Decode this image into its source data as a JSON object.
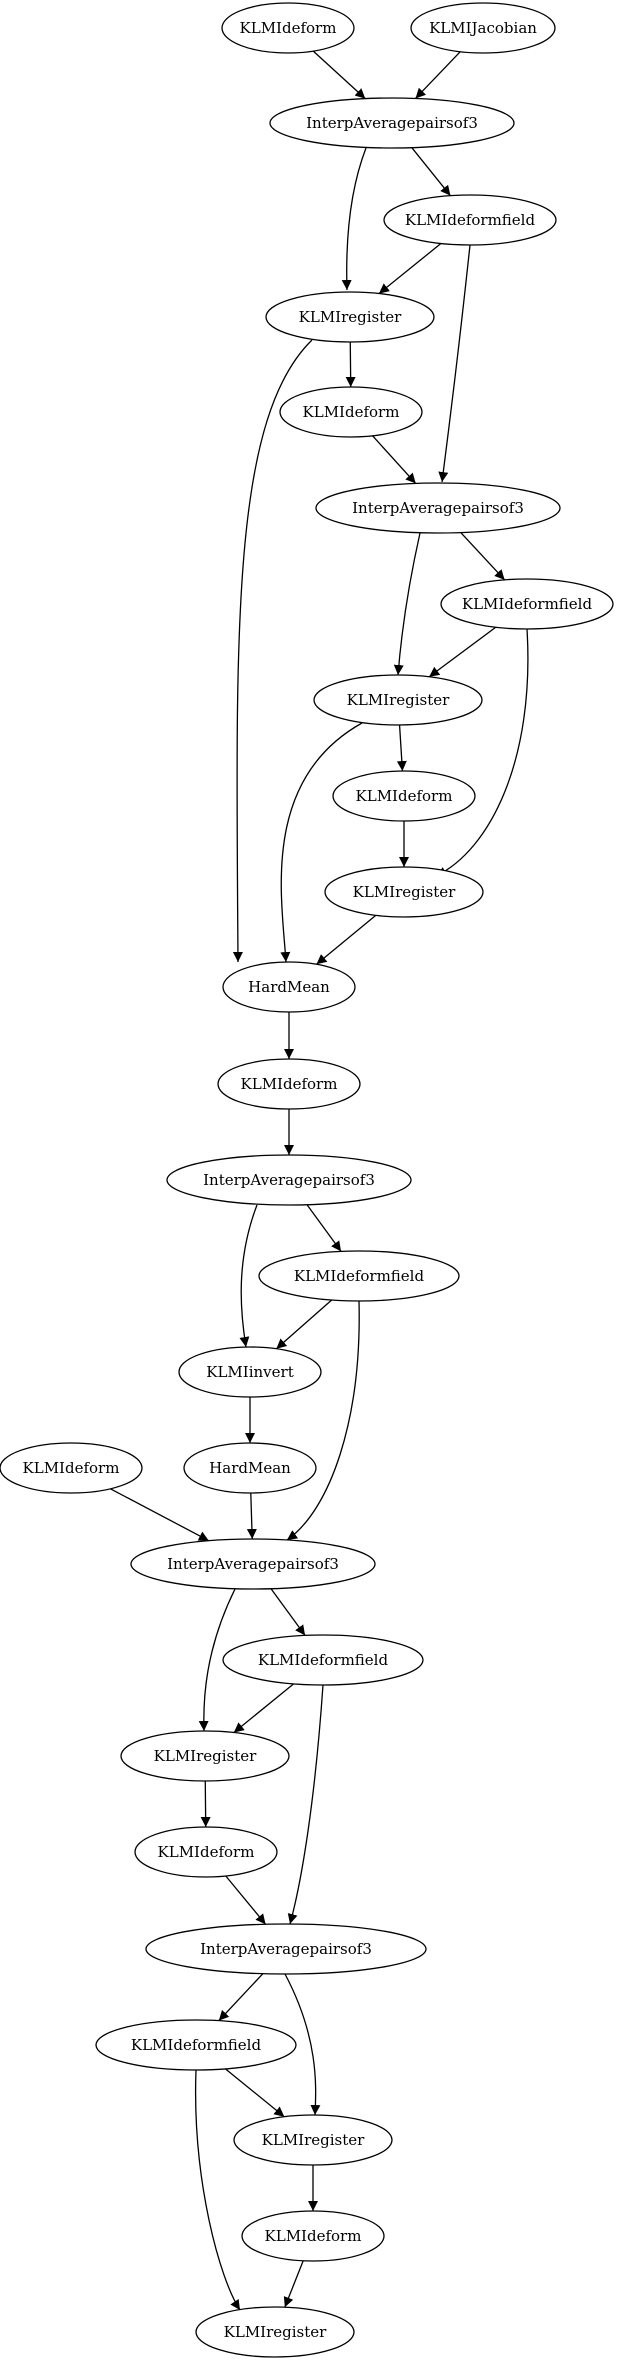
{
  "diagram": {
    "type": "directed-graph",
    "nodes": [
      {
        "id": "n1",
        "label": "KLMIdeform"
      },
      {
        "id": "n2",
        "label": "KLMIJacobian"
      },
      {
        "id": "n3",
        "label": "InterpAveragepairsof3"
      },
      {
        "id": "n4",
        "label": "KLMIdeformfield"
      },
      {
        "id": "n5",
        "label": "KLMIregister"
      },
      {
        "id": "n6",
        "label": "KLMIdeform"
      },
      {
        "id": "n7",
        "label": "InterpAveragepairsof3"
      },
      {
        "id": "n8",
        "label": "KLMIdeformfield"
      },
      {
        "id": "n9",
        "label": "KLMIregister"
      },
      {
        "id": "n10",
        "label": "KLMIdeform"
      },
      {
        "id": "n11",
        "label": "KLMIregister"
      },
      {
        "id": "n12",
        "label": "HardMean"
      },
      {
        "id": "n13",
        "label": "KLMIdeform"
      },
      {
        "id": "n14",
        "label": "InterpAveragepairsof3"
      },
      {
        "id": "n15",
        "label": "KLMIdeformfield"
      },
      {
        "id": "n16",
        "label": "KLMIinvert"
      },
      {
        "id": "n17",
        "label": "KLMIdeform"
      },
      {
        "id": "n18",
        "label": "HardMean"
      },
      {
        "id": "n19",
        "label": "InterpAveragepairsof3"
      },
      {
        "id": "n20",
        "label": "KLMIdeformfield"
      },
      {
        "id": "n21",
        "label": "KLMIregister"
      },
      {
        "id": "n22",
        "label": "KLMIdeform"
      },
      {
        "id": "n23",
        "label": "InterpAveragepairsof3"
      },
      {
        "id": "n24",
        "label": "KLMIdeformfield"
      },
      {
        "id": "n25",
        "label": "KLMIregister"
      },
      {
        "id": "n26",
        "label": "KLMIdeform"
      },
      {
        "id": "n27",
        "label": "KLMIregister"
      }
    ],
    "edges": [
      {
        "from": "n1",
        "to": "n3"
      },
      {
        "from": "n2",
        "to": "n3"
      },
      {
        "from": "n3",
        "to": "n4"
      },
      {
        "from": "n3",
        "to": "n5"
      },
      {
        "from": "n4",
        "to": "n5"
      },
      {
        "from": "n4",
        "to": "n7"
      },
      {
        "from": "n5",
        "to": "n6"
      },
      {
        "from": "n5",
        "to": "n12"
      },
      {
        "from": "n6",
        "to": "n7"
      },
      {
        "from": "n7",
        "to": "n8"
      },
      {
        "from": "n7",
        "to": "n9"
      },
      {
        "from": "n8",
        "to": "n9"
      },
      {
        "from": "n8",
        "to": "n11"
      },
      {
        "from": "n9",
        "to": "n10"
      },
      {
        "from": "n9",
        "to": "n12"
      },
      {
        "from": "n10",
        "to": "n11"
      },
      {
        "from": "n11",
        "to": "n12"
      },
      {
        "from": "n12",
        "to": "n13"
      },
      {
        "from": "n13",
        "to": "n14"
      },
      {
        "from": "n14",
        "to": "n15"
      },
      {
        "from": "n14",
        "to": "n16"
      },
      {
        "from": "n15",
        "to": "n16"
      },
      {
        "from": "n15",
        "to": "n19"
      },
      {
        "from": "n16",
        "to": "n18"
      },
      {
        "from": "n17",
        "to": "n19"
      },
      {
        "from": "n18",
        "to": "n19"
      },
      {
        "from": "n19",
        "to": "n20"
      },
      {
        "from": "n19",
        "to": "n21"
      },
      {
        "from": "n20",
        "to": "n21"
      },
      {
        "from": "n20",
        "to": "n23"
      },
      {
        "from": "n21",
        "to": "n22"
      },
      {
        "from": "n22",
        "to": "n23"
      },
      {
        "from": "n23",
        "to": "n24"
      },
      {
        "from": "n23",
        "to": "n25"
      },
      {
        "from": "n24",
        "to": "n25"
      },
      {
        "from": "n24",
        "to": "n27"
      },
      {
        "from": "n25",
        "to": "n26"
      },
      {
        "from": "n26",
        "to": "n27"
      }
    ]
  }
}
